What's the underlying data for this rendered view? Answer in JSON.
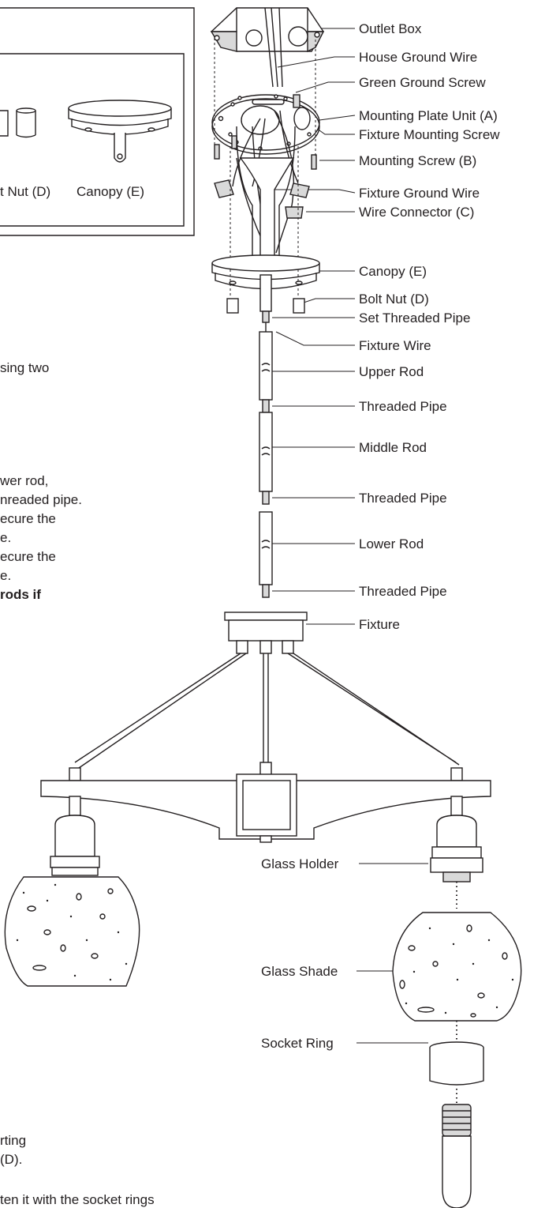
{
  "inset": {
    "part_d_label": "t Nut (D)",
    "part_e_label": "Canopy (E)"
  },
  "callouts": [
    "Outlet Box",
    "House Ground Wire",
    "Green Ground Screw",
    "Mounting Plate Unit (A)",
    "Fixture Mounting Screw",
    "Mounting Screw (B)",
    "Fixture Ground Wire",
    "Wire Connector (C)",
    "Canopy (E)",
    "Bolt Nut (D)",
    "Set Threaded Pipe",
    "Fixture Wire",
    "Upper Rod",
    "Threaded Pipe",
    "Middle Rod",
    "Threaded Pipe",
    "Lower Rod",
    "Threaded Pipe",
    "Fixture",
    "Glass Holder",
    "Glass Shade",
    "Socket Ring"
  ],
  "instruction_fragments": [
    "sing two",
    "wer rod,",
    "nreaded pipe.",
    "ecure the",
    "e.",
    "ecure the",
    "e.",
    "rods if",
    "rting",
    " (D).",
    "ten it with the socket rings"
  ]
}
